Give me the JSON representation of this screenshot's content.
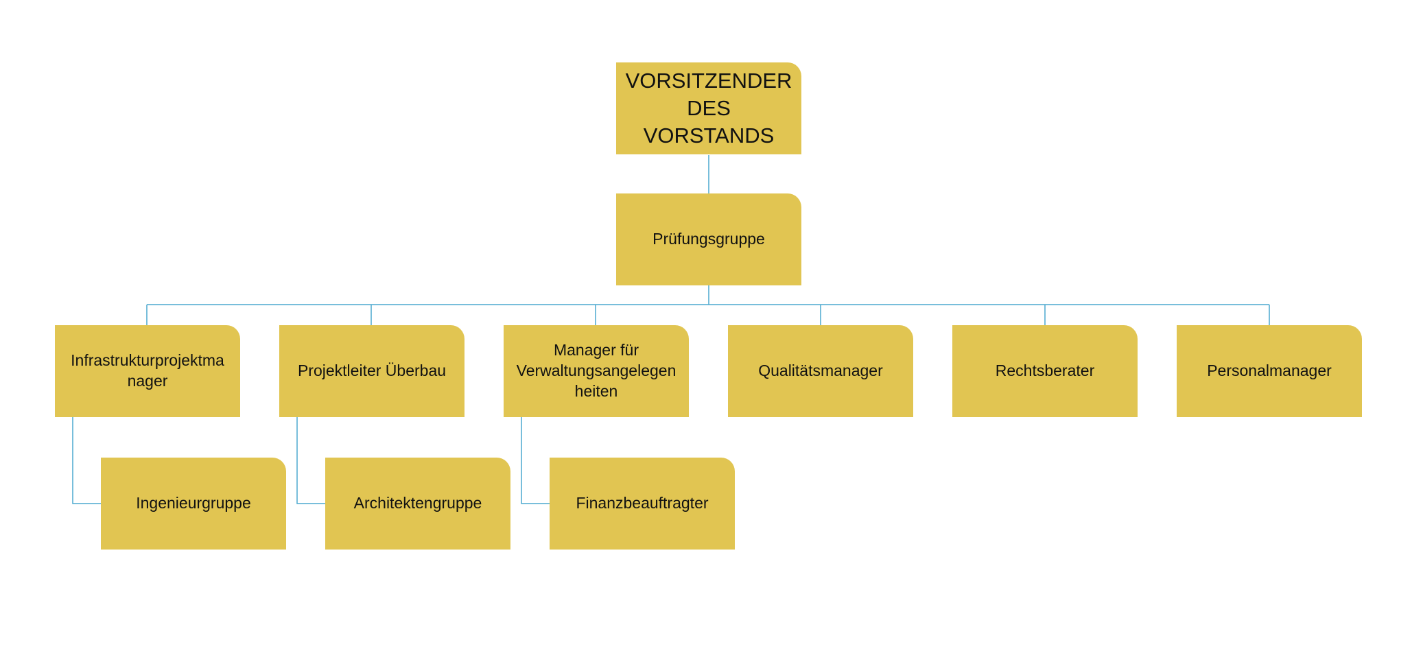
{
  "colors": {
    "box_fill": "#E1C552",
    "connector": "#4BA9CF",
    "text": "#111111",
    "background": "#FFFFFF"
  },
  "chart": {
    "root": {
      "label": "VORSITZENDER\nDES VORSTANDS"
    },
    "level1": {
      "label": "Prüfungsgruppe"
    },
    "level2": [
      {
        "label": "Infrastrukturprojektma\nnager"
      },
      {
        "label": "Projektleiter Überbau"
      },
      {
        "label": "Manager für\nVerwaltungsangelegen\nheiten"
      },
      {
        "label": "Qualitätsmanager"
      },
      {
        "label": "Rechtsberater"
      },
      {
        "label": "Personalmanager"
      }
    ],
    "level3": [
      {
        "label": "Ingenieurgruppe"
      },
      {
        "label": "Architektengruppe"
      },
      {
        "label": "Finanzbeauftragter"
      }
    ]
  }
}
